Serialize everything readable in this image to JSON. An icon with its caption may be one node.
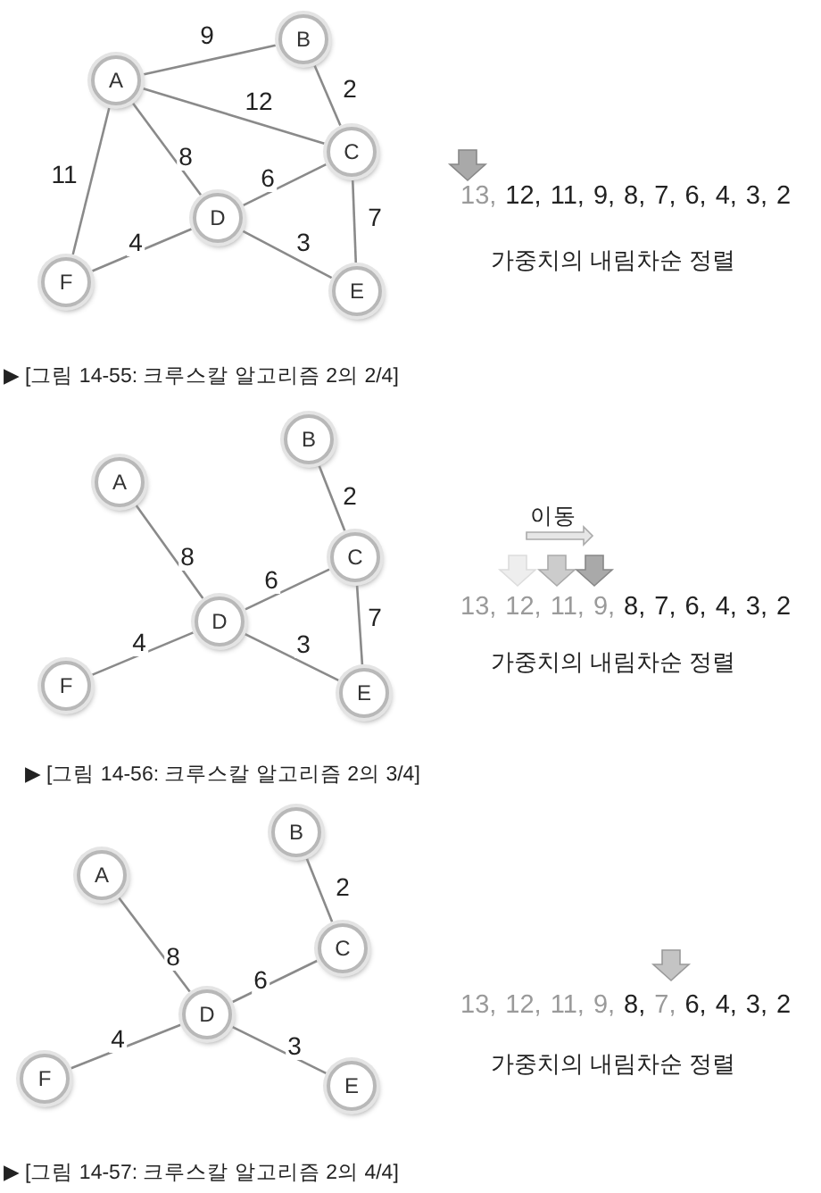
{
  "diagram": {
    "nodes": [
      {
        "text": [
          "A"
        ]
      },
      {
        "text": [
          "B"
        ]
      },
      {
        "text": [
          "C"
        ]
      },
      {
        "text": [
          "D"
        ]
      },
      {
        "text": [
          "E"
        ]
      },
      {
        "text": [
          "F"
        ]
      },
      {
        "text": [
          "A"
        ]
      },
      {
        "text": [
          "B"
        ]
      },
      {
        "text": [
          "C"
        ]
      },
      {
        "text": [
          "D"
        ]
      },
      {
        "text": [
          "E"
        ]
      },
      {
        "text": [
          "F"
        ]
      },
      {
        "text": [
          "A"
        ]
      },
      {
        "text": [
          "B"
        ]
      },
      {
        "text": [
          "C"
        ]
      },
      {
        "text": [
          "D"
        ]
      },
      {
        "text": [
          "E"
        ]
      },
      {
        "text": [
          "F"
        ]
      }
    ],
    "edges": [
      {
        "from": 0,
        "to": 1,
        "arrow": "none",
        "label": "9"
      },
      {
        "from": 0,
        "to": 2,
        "arrow": "none",
        "label": "12"
      },
      {
        "from": 0,
        "to": 5,
        "arrow": "none",
        "label": "11"
      },
      {
        "from": 0,
        "to": 3,
        "arrow": "none",
        "label": "8"
      },
      {
        "from": 1,
        "to": 2,
        "arrow": "none",
        "label": "2"
      },
      {
        "from": 3,
        "to": 2,
        "arrow": "none",
        "label": "6"
      },
      {
        "from": 2,
        "to": 4,
        "arrow": "none",
        "label": "7"
      },
      {
        "from": 3,
        "to": 4,
        "arrow": "none",
        "label": "3"
      },
      {
        "from": 5,
        "to": 3,
        "arrow": "none",
        "label": "4"
      },
      {
        "from": 7,
        "to": 8,
        "arrow": "none",
        "label": "2"
      },
      {
        "from": 6,
        "to": 9,
        "arrow": "none",
        "label": "8"
      },
      {
        "from": 9,
        "to": 8,
        "arrow": "none",
        "label": "6"
      },
      {
        "from": 8,
        "to": 10,
        "arrow": "none",
        "label": "7"
      },
      {
        "from": 9,
        "to": 10,
        "arrow": "none",
        "label": "3"
      },
      {
        "from": 11,
        "to": 9,
        "arrow": "none",
        "label": "4"
      },
      {
        "from": 13,
        "to": 14,
        "arrow": "none",
        "label": "2"
      },
      {
        "from": 12,
        "to": 15,
        "arrow": "none",
        "label": "8"
      },
      {
        "from": 15,
        "to": 14,
        "arrow": "none",
        "label": "6"
      },
      {
        "from": 15,
        "to": 16,
        "arrow": "none",
        "label": "3"
      },
      {
        "from": 17,
        "to": 15,
        "arrow": "none",
        "label": "4"
      }
    ],
    "labels": [
      "13,",
      "12,",
      "11,",
      "9,",
      "8,",
      "7,",
      "6,",
      "4,",
      "3,",
      "2",
      "가중치의 내림차순 정렬",
      "▶ [그림 14-55: 크루스칼 알고리즘 2의 2/4]",
      "이동",
      "13,",
      "12,",
      "11,",
      "9,",
      "8,",
      "7,",
      "6,",
      "4,",
      "3,",
      "2",
      "가중치의 내림차순 정렬",
      "▶ [그림 14-56: 크루스칼 알고리즘 2의 3/4]",
      "13,",
      "12,",
      "11,",
      "9,",
      "8,",
      "7,",
      "6,",
      "4,",
      "3,",
      "2",
      "가중치의 내림차순 정렬",
      "▶ [그림 14-57: 크루스칼 알고리즘 2의 4/4]"
    ]
  }
}
